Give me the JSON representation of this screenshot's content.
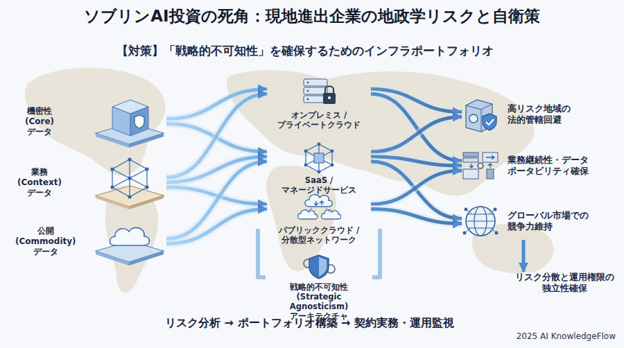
{
  "diagram": {
    "title": "ソブリンAI投資の死角：現地進出企業の地政学リスクと自衛策",
    "caption": "【対策】「戦略的不可知性」を確保するためのインフラポートフォリオ",
    "nodes": [
      {
        "text": [
          "機密性 (Core) データ"
        ]
      },
      {
        "text": [
          "業務 (Context) データ"
        ]
      },
      {
        "text": [
          "公開 (Commodity) データ"
        ]
      },
      {
        "text": [
          "オンプレミス / プライベートクラウド"
        ]
      },
      {
        "text": [
          "SaaS / マネージドサービス"
        ]
      },
      {
        "text": [
          "パブリッククラウド / 分散型ネットワーク"
        ]
      },
      {
        "text": [
          "戦略的不可知性 (Strategic Agnosticism) アーキテクチャ"
        ]
      },
      {
        "text": [
          "高リスク地域の 法的管轄回避"
        ]
      },
      {
        "text": [
          "業務継続性・データ ポータビリティ確保"
        ]
      },
      {
        "text": [
          "グローバル市場での 競争力維持"
        ]
      },
      {
        "text": [
          "リスク分散と運用権限の 独立性確保"
        ]
      }
    ],
    "edges": [
      {
        "from": 0,
        "to": 3,
        "arrow": "to"
      },
      {
        "from": 0,
        "to": 4,
        "arrow": "to"
      },
      {
        "from": 1,
        "to": 3,
        "arrow": "to"
      },
      {
        "from": 1,
        "to": 4,
        "arrow": "to"
      },
      {
        "from": 1,
        "to": 5,
        "arrow": "to"
      },
      {
        "from": 2,
        "to": 4,
        "arrow": "to"
      },
      {
        "from": 2,
        "to": 5,
        "arrow": "to"
      },
      {
        "from": 3,
        "to": 7,
        "arrow": "to"
      },
      {
        "from": 3,
        "to": 8,
        "arrow": "to"
      },
      {
        "from": 4,
        "to": 7,
        "arrow": "to"
      },
      {
        "from": 4,
        "to": 8,
        "arrow": "to"
      },
      {
        "from": 4,
        "to": 9,
        "arrow": "to"
      },
      {
        "from": 5,
        "to": 8,
        "arrow": "to"
      },
      {
        "from": 5,
        "to": 9,
        "arrow": "to"
      },
      {
        "from": 9,
        "to": 10,
        "arrow": "to"
      }
    ],
    "labels": [
      "リスク分析 → ポートフォリオ構築 → 契約実務・運用監視",
      "2025 AI KnowledgeFlow"
    ]
  }
}
